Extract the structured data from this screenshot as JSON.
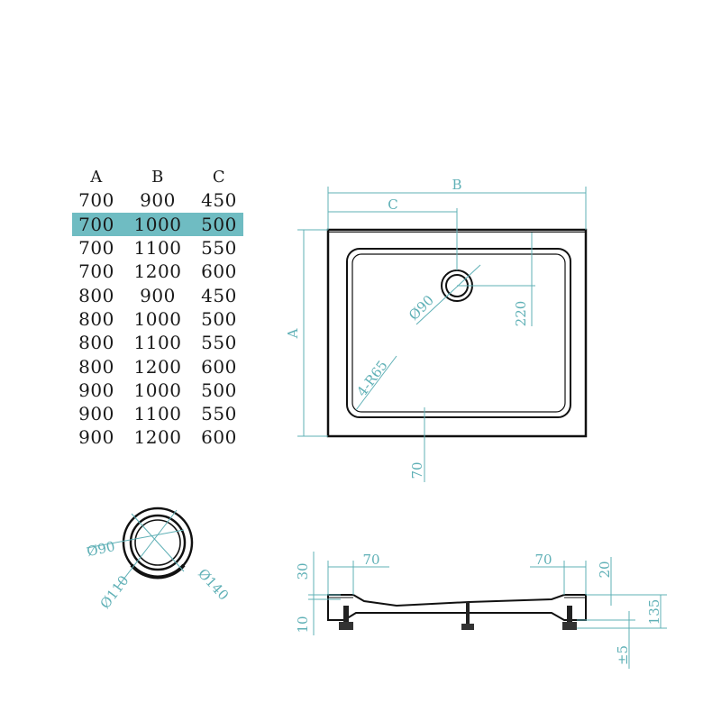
{
  "table": {
    "headers": [
      "A",
      "B",
      "C"
    ],
    "highlight_row": 1,
    "highlight_color": "#6fbcc2",
    "rows": [
      [
        "700",
        "900",
        "450"
      ],
      [
        "700",
        "1000",
        "500"
      ],
      [
        "700",
        "1100",
        "550"
      ],
      [
        "700",
        "1200",
        "600"
      ],
      [
        "800",
        "900",
        "450"
      ],
      [
        "800",
        "1000",
        "500"
      ],
      [
        "800",
        "1100",
        "550"
      ],
      [
        "800",
        "1200",
        "600"
      ],
      [
        "900",
        "1000",
        "500"
      ],
      [
        "900",
        "1100",
        "550"
      ],
      [
        "900",
        "1200",
        "600"
      ]
    ]
  },
  "top_view": {
    "label_b": "B",
    "label_c": "C",
    "label_a": "A",
    "drain_dia": "Ø90",
    "drain_offset": "220",
    "corner_radius": "4-R65",
    "bottom_offset": "70"
  },
  "drain_detail": {
    "inner": "Ø90",
    "middle": "Ø110",
    "outer": "Ø140"
  },
  "side_view": {
    "left_70": "70",
    "right_70": "70",
    "left_30": "30",
    "left_10": "10",
    "right_20": "20",
    "height_135": "135",
    "adjust_5": "±5"
  },
  "colors": {
    "dimension": "#5fb0b6",
    "outline": "#111111"
  }
}
